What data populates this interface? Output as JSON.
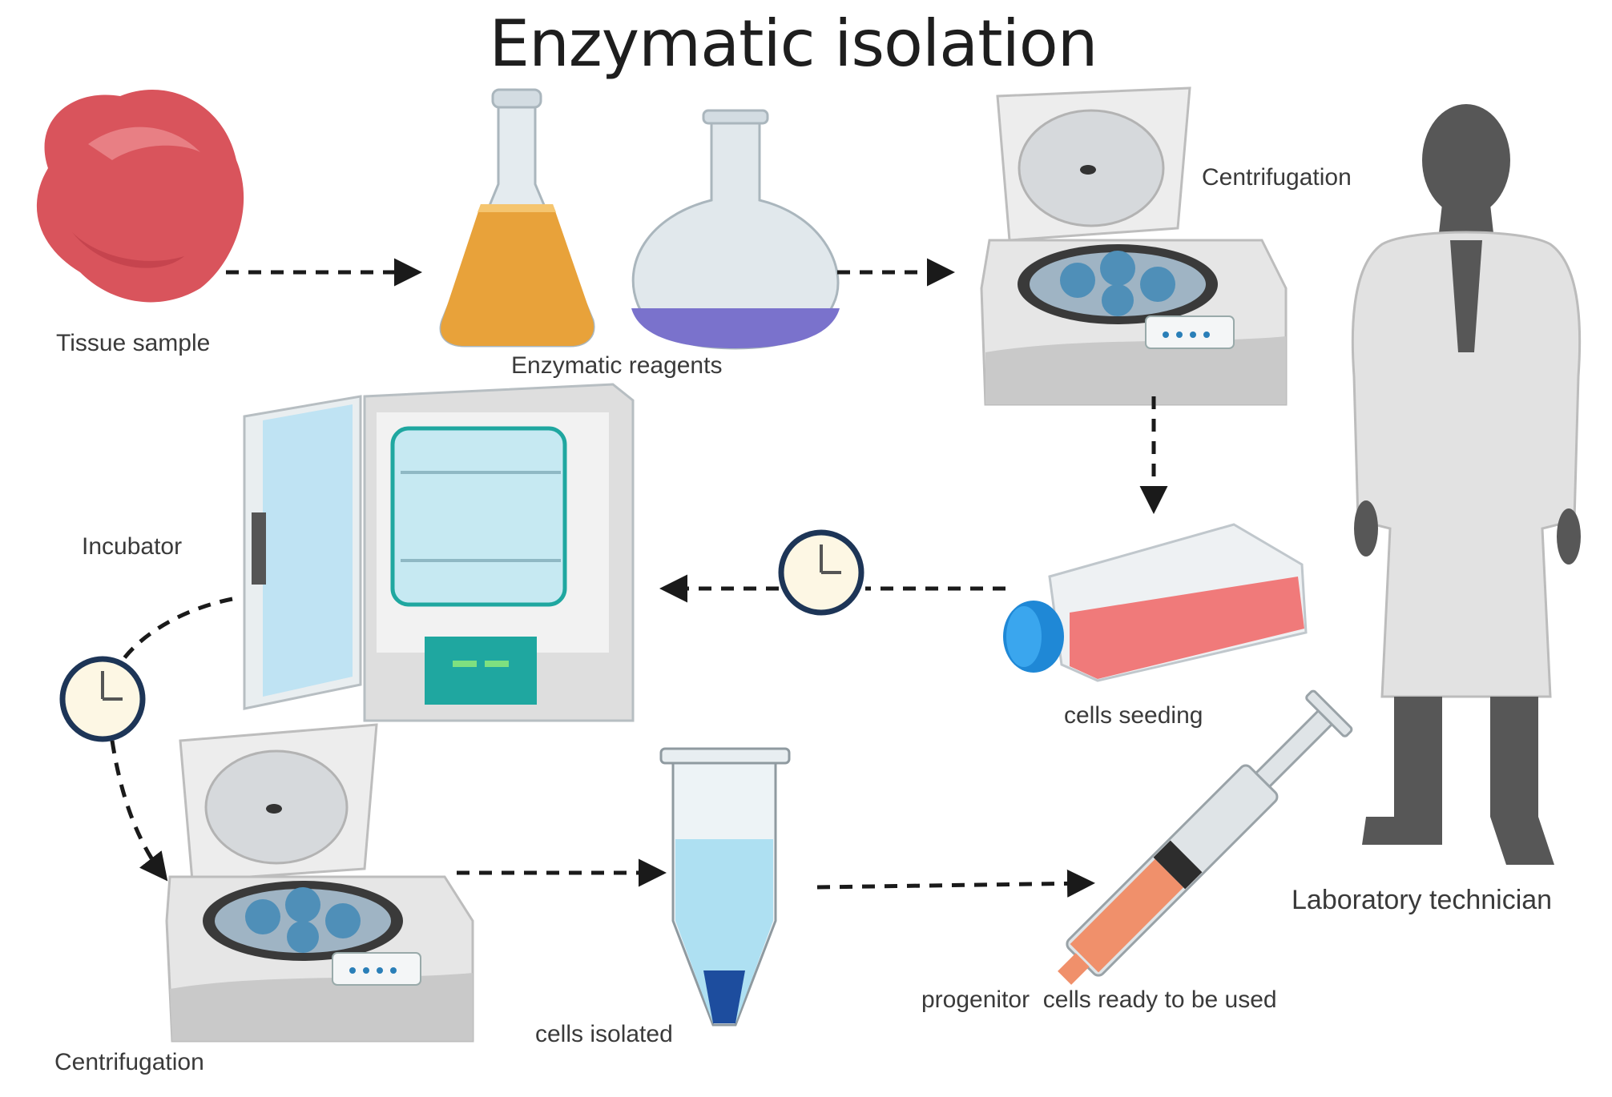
{
  "title": "Enzymatic isolation",
  "labels": {
    "tissue_sample": "Tissue sample",
    "enzymatic_reagents": "Enzymatic reagents",
    "centrifugation_top": "Centrifugation",
    "laboratory_technician": "Laboratory technician",
    "incubator": "Incubator",
    "cells_seeding": "cells seeding",
    "centrifugation_bottom": "Centrifugation",
    "cells_isolated": "cells isolated",
    "progenitor_cells": "progenitor  cells ready to be used"
  },
  "colors": {
    "tissue": "#d9545c",
    "enzyme_liquid": "#e8a23a",
    "reagent_liquid": "#7a72cc",
    "glass": "#dfe7ec",
    "device": "#e6e6e6",
    "device_dark": "#c9c9c9",
    "teal": "#1fa7a0",
    "flask_media": "#f07a7a",
    "cap_blue": "#1f88d6",
    "tube_liquid": "#aee0f2",
    "pellet": "#1d4d9e",
    "syringe_fluid": "#f0906b",
    "person": "#575757",
    "coat": "#e2e2e2",
    "arrow": "#1a1a1a",
    "clock_rim": "#1d3557",
    "clock_face": "#fdf7e4"
  },
  "icons": [
    "tissue-icon",
    "erlenmeyer-flask-icon",
    "round-flask-icon",
    "centrifuge-icon",
    "incubator-icon",
    "clock-icon",
    "culture-flask-icon",
    "microtube-icon",
    "syringe-icon",
    "technician-icon"
  ]
}
